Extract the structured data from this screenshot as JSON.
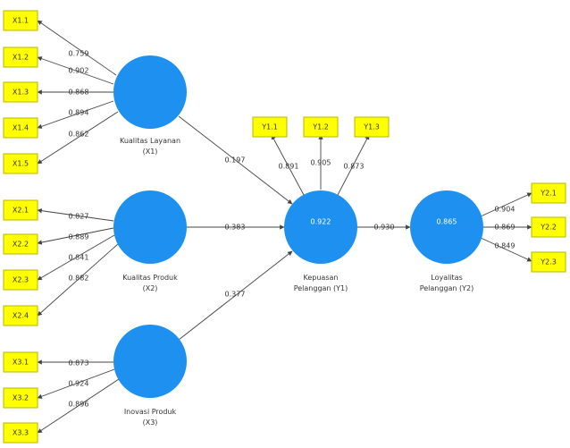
{
  "indicators": {
    "x11": "X1.1",
    "x12": "X1.2",
    "x13": "X1.3",
    "x14": "X1.4",
    "x15": "X1.5",
    "x21": "X2.1",
    "x22": "X2.2",
    "x23": "X2.3",
    "x24": "X2.4",
    "x31": "X3.1",
    "x32": "X3.2",
    "x33": "X3.3",
    "y11": "Y1.1",
    "y12": "Y1.2",
    "y13": "Y1.3",
    "y21": "Y2.1",
    "y22": "Y2.2",
    "y23": "Y2.3"
  },
  "constructs": {
    "x1": {
      "name": "Kualitas Layanan",
      "code": "(X1)",
      "r2": ""
    },
    "x2": {
      "name": "Kualitas Produk",
      "code": "(X2)",
      "r2": ""
    },
    "x3": {
      "name": "Inovasi Produk",
      "code": "(X3)",
      "r2": ""
    },
    "y1": {
      "name": "Kepuasan",
      "name2": "Pelanggan (Y1)",
      "r2": "0.922"
    },
    "y2": {
      "name": "Loyalitas",
      "name2": "Pelanggan (Y2)",
      "r2": "0.865"
    }
  },
  "loadings": {
    "x11": "0.759",
    "x12": "0.902",
    "x13": "0.868",
    "x14": "0.894",
    "x15": "0.862",
    "x21": "0.827",
    "x22": "0.889",
    "x23": "0.841",
    "x24": "0.882",
    "x31": "0.873",
    "x32": "0.924",
    "x33": "0.896",
    "y11": "0.891",
    "y12": "0.905",
    "y13": "0.873",
    "y21": "0.904",
    "y22": "0.869",
    "y23": "0.849"
  },
  "paths": {
    "x1_y1": "0.197",
    "x2_y1": "0.383",
    "x3_y1": "0.377",
    "y1_y2": "0.930"
  },
  "colors": {
    "construct": "#1e90f0",
    "indicator": "#ffff00"
  }
}
